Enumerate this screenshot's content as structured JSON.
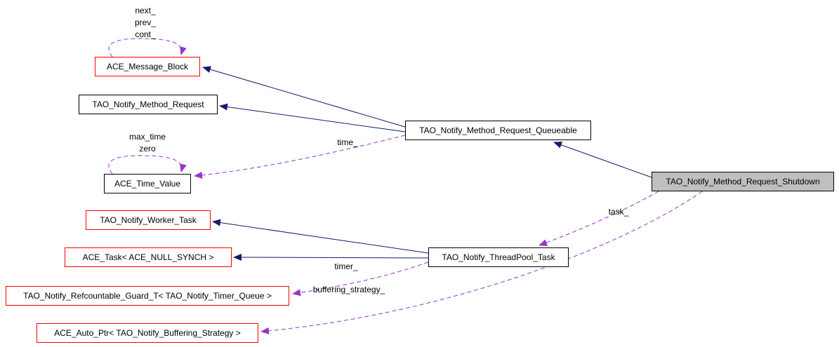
{
  "diagram": {
    "type": "class-collaboration-graph",
    "colors": {
      "inherit_edge": "#191970",
      "usage_edge": "#9a32cd",
      "red_node_border": "#ff0000",
      "black_node_border": "#000000",
      "current_node_fill": "#bfbfbf",
      "node_fill": "#ffffff",
      "text": "#000000",
      "background": "#ffffff"
    },
    "nodes": {
      "ace_message_block": {
        "label": "ACE_Message_Block"
      },
      "tao_notify_method_request": {
        "label": "TAO_Notify_Method_Request"
      },
      "ace_time_value": {
        "label": "ACE_Time_Value"
      },
      "tao_notify_worker_task": {
        "label": "TAO_Notify_Worker_Task"
      },
      "ace_task_null_synch": {
        "label": "ACE_Task< ACE_NULL_SYNCH >"
      },
      "tao_notify_refcountable_guard_t": {
        "label": "TAO_Notify_Refcountable_Guard_T< TAO_Notify_Timer_Queue >"
      },
      "ace_auto_ptr": {
        "label": "ACE_Auto_Ptr< TAO_Notify_Buffering_Strategy >"
      },
      "tao_notify_method_request_queueable": {
        "label": "TAO_Notify_Method_Request_Queueable"
      },
      "tao_notify_threadpool_task": {
        "label": "TAO_Notify_ThreadPool_Task"
      },
      "tao_notify_method_request_shutdown": {
        "label": "TAO_Notify_Method_Request_Shutdown"
      }
    },
    "edge_labels": {
      "message_block_loop_line1": "next_",
      "message_block_loop_line2": "prev_",
      "message_block_loop_line3": "cont_",
      "time_value_loop_line1": "max_time",
      "time_value_loop_line2": "zero",
      "time": "time_",
      "task": "task_",
      "timer": "timer_",
      "buffering_strategy": "buffering_strategy_"
    }
  }
}
